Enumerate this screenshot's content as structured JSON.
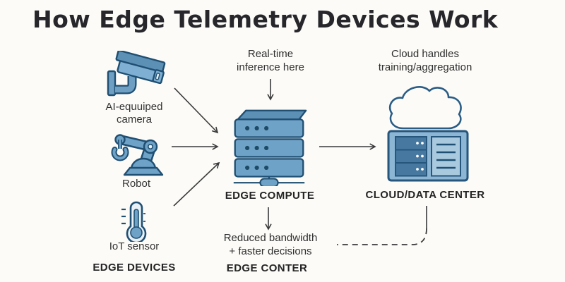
{
  "title": "How Edge Telemetry Devices Work",
  "colors": {
    "background": "#fcfbf8",
    "title_text": "#26262b",
    "icon_outline": "#1f4f72",
    "icon_fill": "#7fb0d4",
    "icon_fill_dark": "#5d90b5",
    "datacenter_box_fill": "#8cb6d4",
    "datacenter_row_fill": "#47789f",
    "datacenter_panel_fill": "#a9c9de",
    "arrow": "#3a3a3a"
  },
  "edge_devices": {
    "section_label": "EDGE DEVICES",
    "items": [
      {
        "icon": "cctv-camera-icon",
        "label": "AI-equuiped\ncamera"
      },
      {
        "icon": "robot-arm-icon",
        "label": "Robot"
      },
      {
        "icon": "thermometer-icon",
        "label": "IoT sensor"
      }
    ]
  },
  "edge_compute": {
    "annotation_top": "Real-time\ninference here",
    "icon": "server-stack-icon",
    "node_label": "EDGE COMPUTE",
    "annotation_bottom": "Reduced bandwidth\n+ faster decisions",
    "section_label": "EDGE CONTER"
  },
  "cloud": {
    "annotation_top": "Cloud handles\ntraining/aggregation",
    "icons": [
      "cloud-icon",
      "server-rack-icon"
    ],
    "node_label": "CLOUD/DATA CENTER"
  }
}
